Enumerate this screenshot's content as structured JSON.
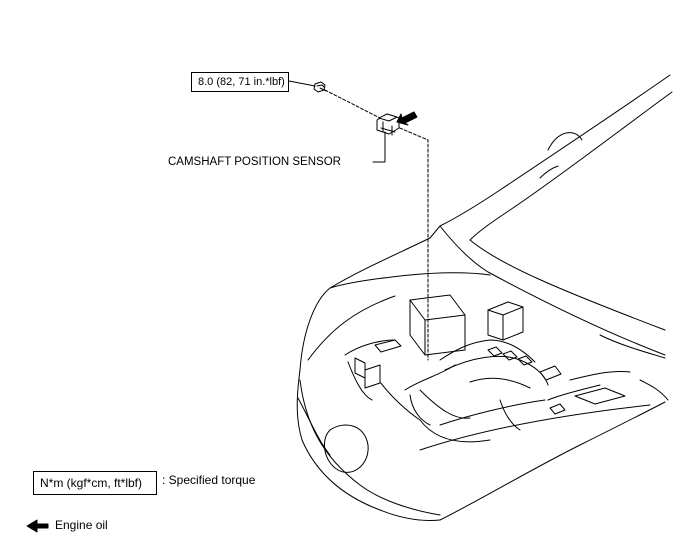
{
  "callouts": {
    "bolt_torque": "8.0 (82, 71 in.*lbf)",
    "sensor_name": "CAMSHAFT POSITION SENSOR"
  },
  "legend": {
    "torque_box": "N*m (kgf*cm, ft*lbf)",
    "torque_text": ": Specified torque",
    "oil_text": "Engine oil"
  },
  "icons": {
    "oil_arrow": "arrow-left-icon",
    "bolt": "bolt-icon",
    "sensor": "camshaft-sensor-icon"
  },
  "colors": {
    "line": "#000000",
    "background": "#ffffff"
  }
}
